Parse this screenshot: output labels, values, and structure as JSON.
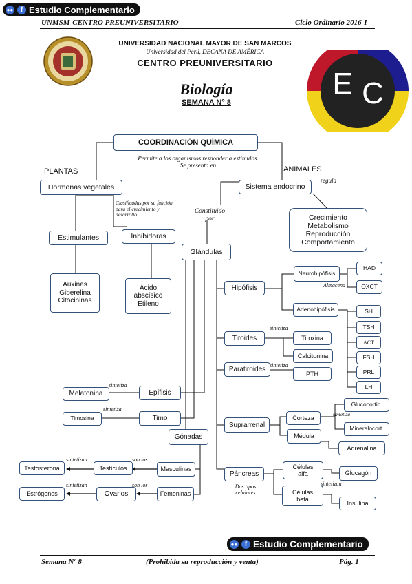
{
  "brand": {
    "label": "Estudio Complementario"
  },
  "header": {
    "left": "UNMSM-CENTRO PREUNIVERSITARIO",
    "right": "Ciclo Ordinario 2016-I"
  },
  "institution": {
    "name": "UNIVERSIDAD NACIONAL MAYOR DE SAN MARCOS",
    "sub": "Universidad del Perú, DECANA DE AMÉRICA",
    "center": "CENTRO PREUNIVERSITARIO"
  },
  "logo_ec": {
    "letters": "EC",
    "colors": [
      "#c0182b",
      "#1d1d8f",
      "#f1d21b",
      "#222222"
    ]
  },
  "doc": {
    "title": "Biología",
    "week": "SEMANA N° 8"
  },
  "map": {
    "root": "COORDINACIÓN QUÍMICA",
    "root_desc": "Permite a los organismos responder a estímulos. Se presenta en",
    "plants": "PLANTAS",
    "animals": "ANIMALES",
    "plant_hormones": "Hormonas vegetales",
    "plant_note": "Clasificadas por su función para el crecimiento y desarrollo",
    "stimulants": "Estimulantes",
    "stimulant_list": "Auxinas\nGiberelina\nCitocininas",
    "inhibitors": "Inhibidoras",
    "inhibitor_list": "Ácido\nabscísico\nEtileno",
    "endocrine": "Sistema endocrino",
    "regula": "regula",
    "regula_list": "Crecimiento\nMetabolismo\nReproducción\nComportamiento",
    "constituido": "Constituido\npor",
    "glands": "Glándulas",
    "hipofisis": "Hipófisis",
    "neurohipofisis": "Neurohipófisis",
    "almacena": "Almacena",
    "had": "HAD",
    "oxct": "OXCT",
    "adenohipofisis": "Adenohipófisis",
    "adeno_items": [
      "SH",
      "TSH",
      "ACT",
      "FSH",
      "PRL",
      "LH"
    ],
    "tiroides": "Tiroides",
    "tiroxina": "Tiroxina",
    "calcitonina": "Calcitonina",
    "paratiroides": "Paratiroides",
    "pth": "PTH",
    "sintetiza": "sintetiza",
    "sintetizan": "sintetizan",
    "epifisis": "Epífisis",
    "melatonina": "Melatonina",
    "timo": "Timo",
    "timosina": "Timosina",
    "suprarrenal": "Suprarrenal",
    "corteza": "Corteza",
    "glucocort": "Glucocortic.",
    "mineralocort": "Mineralocort.",
    "medula": "Médula",
    "adrenalina": "Adrenalina",
    "gonadas": "Gónadas",
    "masculinas": "Masculinas",
    "testiculos": "Testículos",
    "testosterona": "Testosterona",
    "femeninas": "Femeninas",
    "ovarios": "Ovarios",
    "estrogenos": "Estrógenos",
    "son_los": "son los",
    "pancreas": "Páncreas",
    "dos_tipos": "Dos tipos\ncelulares",
    "alfa": "Células\nalfa",
    "beta": "Células\nbeta",
    "glucagon": "Glucagón",
    "insulina": "Insulina"
  },
  "footer": {
    "left": "Semana Nº 8",
    "center": "(Prohibida su reproducción y venta)",
    "right": "Pág. 1"
  }
}
